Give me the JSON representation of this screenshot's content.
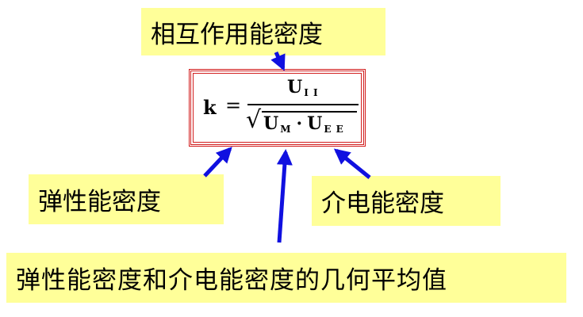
{
  "labels": {
    "top": "相互作用能密度",
    "left": "弹性能密度",
    "right": "介电能密度",
    "bottom": "弹性能密度和介电能密度的几何平均值"
  },
  "formula": {
    "k": "k",
    "equals": "=",
    "U": "U",
    "num_sub": "I I",
    "den_sub_1": "M",
    "den_dot": "·",
    "den_sub_2": "E E"
  },
  "colors": {
    "label_bg": "#ffff99",
    "box_border": "#d21e1e",
    "arrow": "#1010e0"
  }
}
